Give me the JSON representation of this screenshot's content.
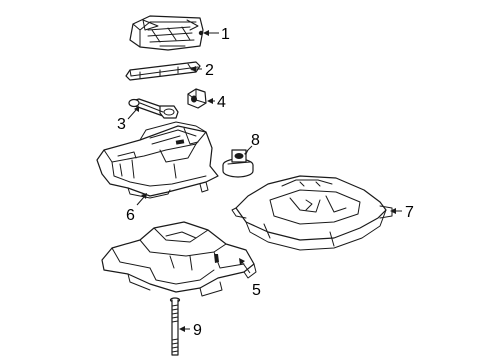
{
  "diagram": {
    "callouts": [
      {
        "id": "jack",
        "number": "1"
      },
      {
        "id": "jack-handle",
        "number": "2"
      },
      {
        "id": "lug-wrench",
        "number": "3"
      },
      {
        "id": "tool-block",
        "number": "4"
      },
      {
        "id": "spare-carrier",
        "number": "5"
      },
      {
        "id": "tool-tray",
        "number": "6"
      },
      {
        "id": "spare-tray",
        "number": "7"
      },
      {
        "id": "wing-nut",
        "number": "8"
      },
      {
        "id": "hold-down-bolt",
        "number": "9"
      }
    ]
  }
}
